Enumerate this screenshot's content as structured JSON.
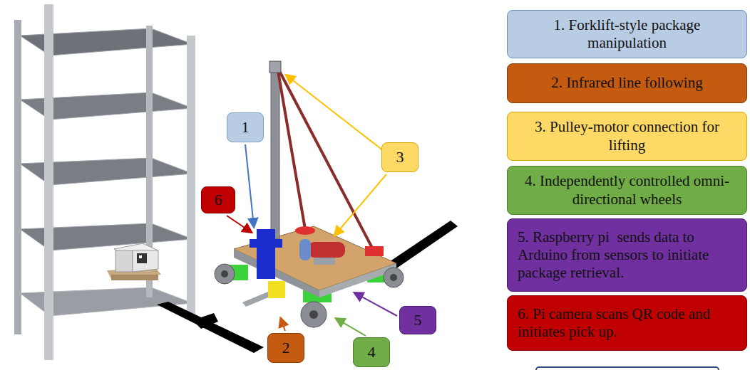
{
  "diagram": {
    "nodes": [
      {
        "text": [
          "1"
        ]
      },
      {
        "text": [
          "3"
        ]
      },
      {
        "text": [
          "6"
        ]
      },
      {
        "text": [
          "5"
        ]
      },
      {
        "text": [
          "2"
        ]
      },
      {
        "text": [
          "4"
        ]
      },
      {
        "text": [
          "1. Forklift-style package manipulation"
        ]
      },
      {
        "text": [
          "2. Infrared line following"
        ]
      },
      {
        "text": [
          "3. Pulley-motor connection for lifting"
        ]
      },
      {
        "text": [
          "4. Independently controlled omni-directional wheels"
        ]
      },
      {
        "text": [
          "5. Raspberry pi  sends data to Arduino from sensors to initiate package retrieval."
        ]
      },
      {
        "text": [
          "6. Pi camera scans QR code and initiates pick up."
        ]
      }
    ]
  }
}
